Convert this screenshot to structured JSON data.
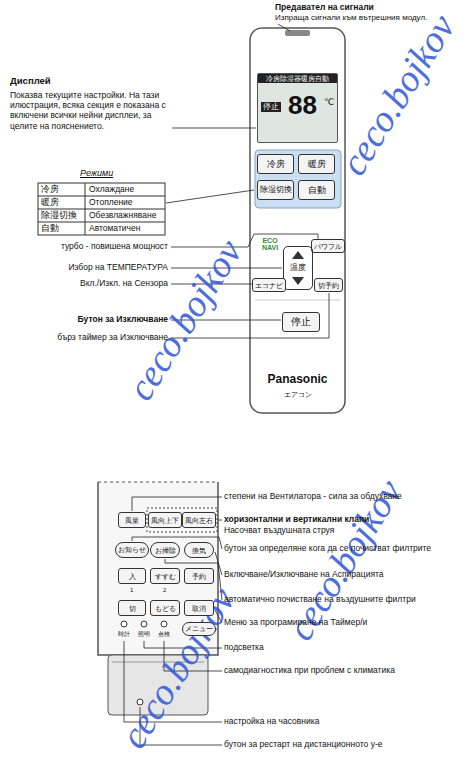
{
  "diagram": {
    "nodes": [
      {
        "text": [
          "Panasonic",
          "エアコン"
        ]
      },
      {
        "text": [
          "冷房除湿器暖房自動",
          "停止",
          "88",
          "℃"
        ],
        "in": 0
      },
      {
        "text": [
          "冷房"
        ],
        "in": 0
      },
      {
        "text": [
          "暖房"
        ],
        "in": 0
      },
      {
        "text": [
          "除湿切換"
        ],
        "in": 0
      },
      {
        "text": [
          "自動"
        ],
        "in": 0
      },
      {
        "text": [
          "パワフル"
        ],
        "in": 0
      },
      {
        "text": [
          "温度"
        ],
        "in": 0
      },
      {
        "text": [
          "エコナビ"
        ],
        "in": 0
      },
      {
        "text": [
          "切予約"
        ],
        "in": 0
      },
      {
        "text": [
          "停止"
        ],
        "in": 0
      },
      {
        "text": [
          "風量"
        ]
      },
      {
        "text": [
          "風向上下"
        ]
      },
      {
        "text": [
          "風向左右"
        ]
      },
      {
        "text": [
          "お知らせ"
        ]
      },
      {
        "text": [
          "お掃除"
        ]
      },
      {
        "text": [
          "換気"
        ]
      },
      {
        "text": [
          "入"
        ]
      },
      {
        "text": [
          "すすむ"
        ]
      },
      {
        "text": [
          "予約"
        ]
      },
      {
        "text": [
          "切"
        ]
      },
      {
        "text": [
          "もどる"
        ]
      },
      {
        "text": [
          "取消"
        ]
      },
      {
        "text": [
          "メニュー"
        ]
      }
    ],
    "labels": [
      "Предавател на сигнали",
      "Изпраща сигнали към вътрешния модул.",
      "Дисплей",
      "Показва текущите настройки. На тази илюстрация, всяка секция е показана с включени всички нейни дисплеи, за целите на пояснението.",
      "Режими",
      "冷房",
      "Охлаждане",
      "暖房",
      "Отопление",
      "除湿切換",
      "Обезвлажняване",
      "自動",
      "Автоматичен",
      "ECO NAVI",
      "турбо - повишена мощност",
      "Избор на ТЕМПЕРАТУРА",
      "Вкл./Изкл. на Сензора",
      "Бутон за Изключване",
      "бърз таймер за Изключване",
      "ceco.bojkov",
      "ceco.bojkov",
      "степени на Вентилатора - сила за обдухване",
      "хоризонтални и вертикални клапи",
      "Насочват въздушната струя",
      "бутон за определяне кога да се почистват филтрите",
      "Включване/Изключване на Аспирацията",
      "автоматично почистване на въздушните филтри",
      "Меню за програмиране на Таймер/и",
      "подсветка",
      "самодиагностика при проблем с климатика",
      "настройка на часовника",
      "бутон за рестарт на дистанционното у-е",
      "1",
      "2",
      "時計",
      "照明",
      "点検",
      "ceco.bojkov",
      "ceco.bojkov"
    ]
  }
}
